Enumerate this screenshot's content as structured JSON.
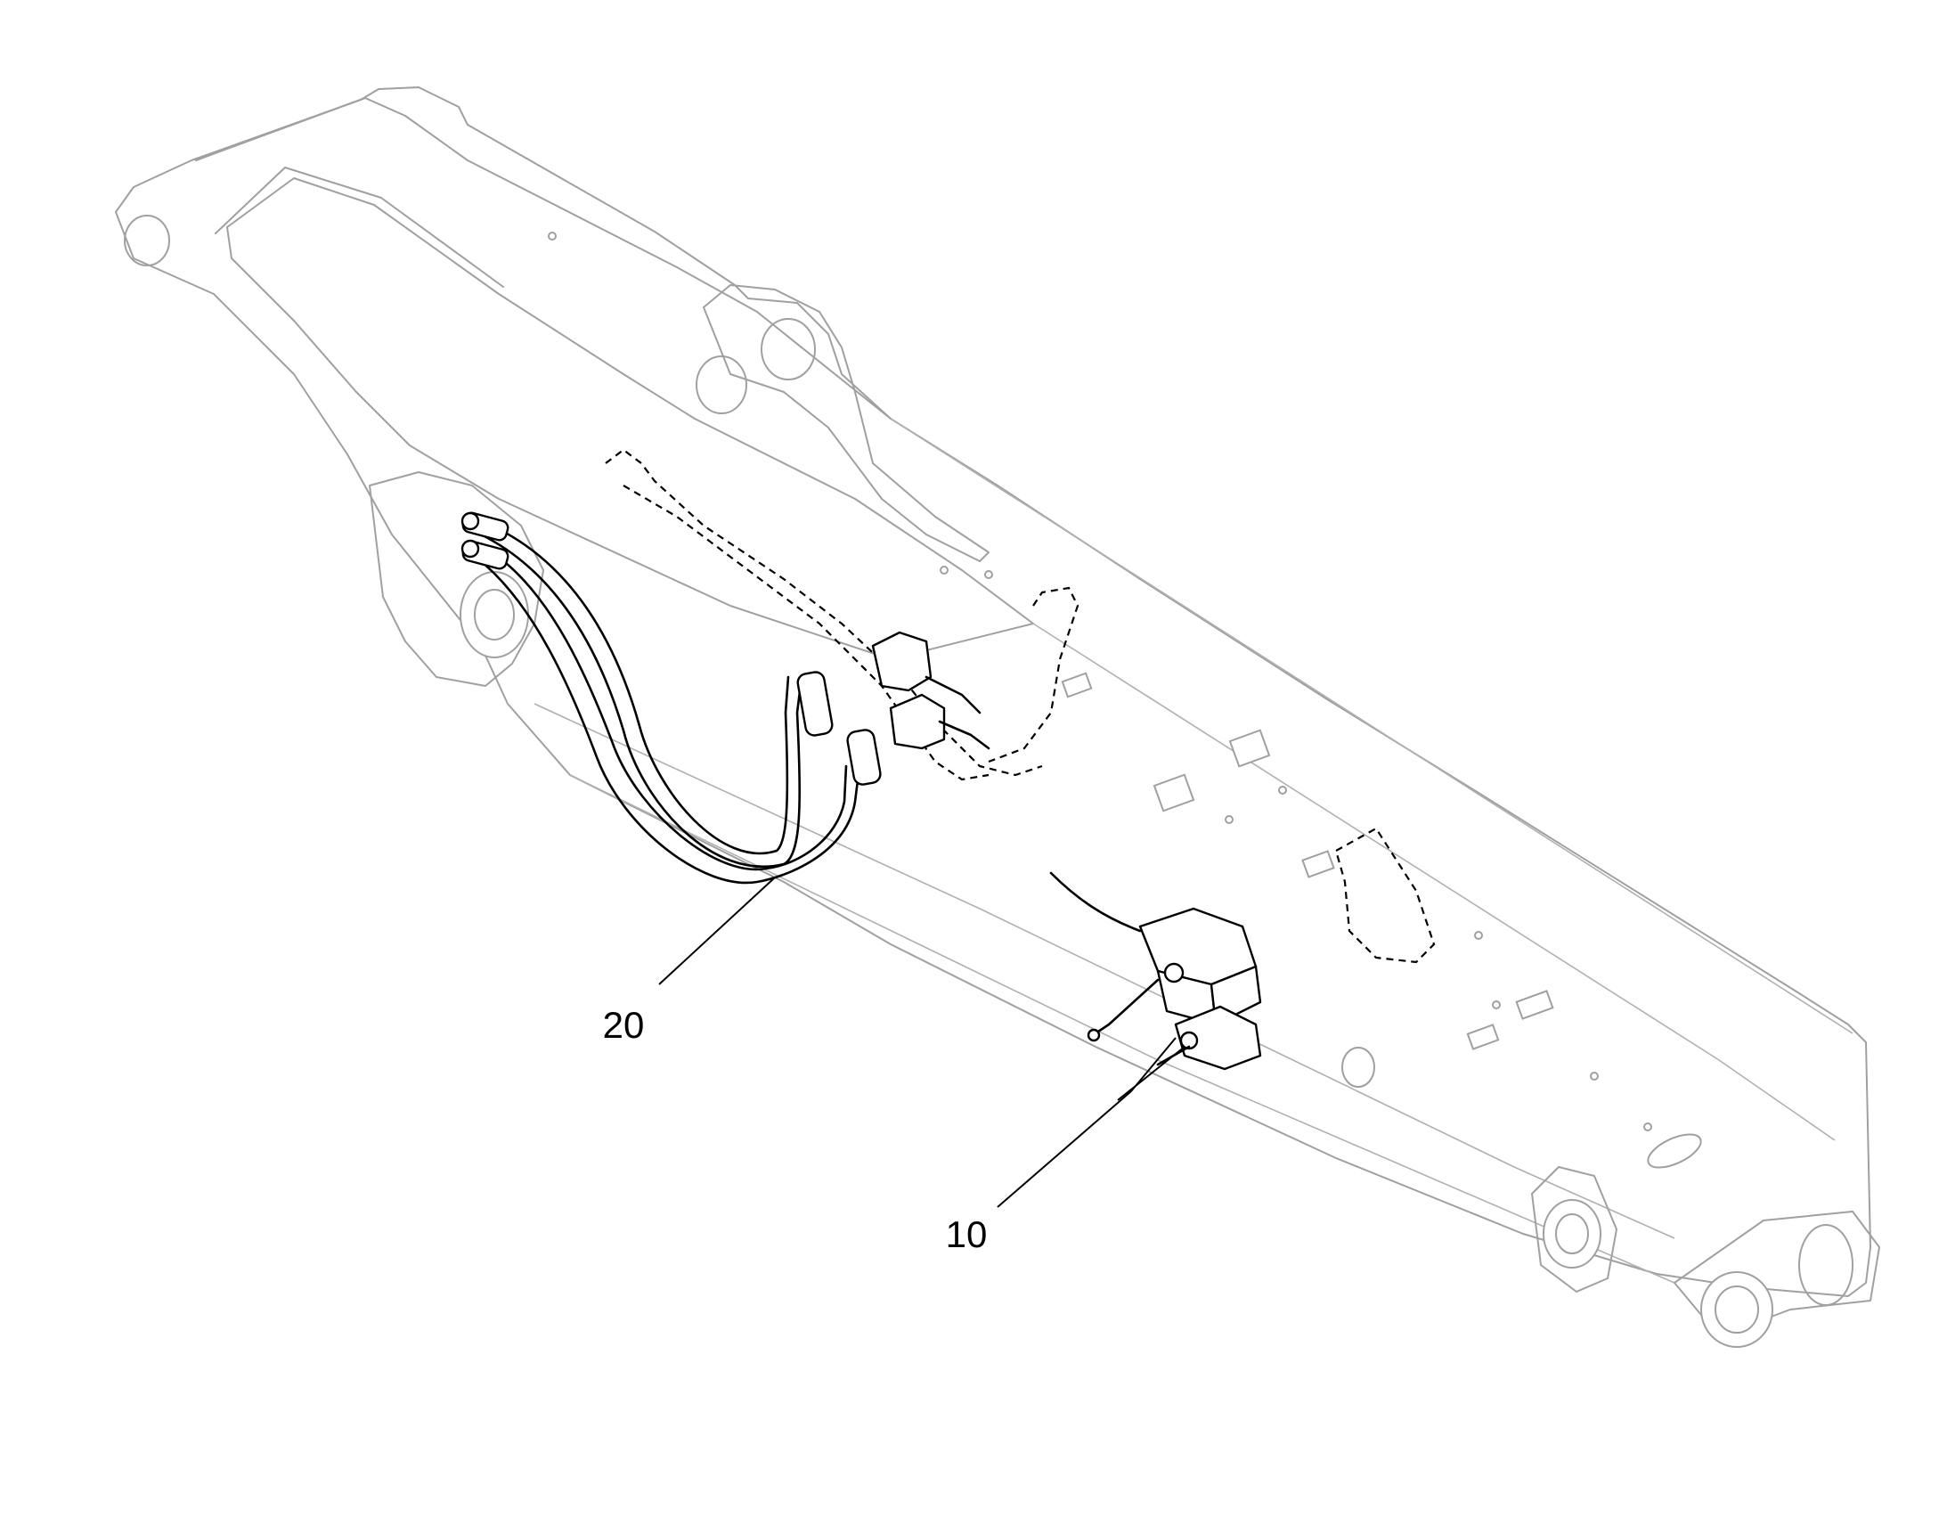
{
  "callouts": [
    {
      "label": "20",
      "part": "hose-assembly"
    },
    {
      "label": "10",
      "part": "valve-assembly"
    }
  ],
  "colors": {
    "outline_gray": "#a0a0a0",
    "ink_black": "#000000",
    "background": "#ffffff"
  }
}
